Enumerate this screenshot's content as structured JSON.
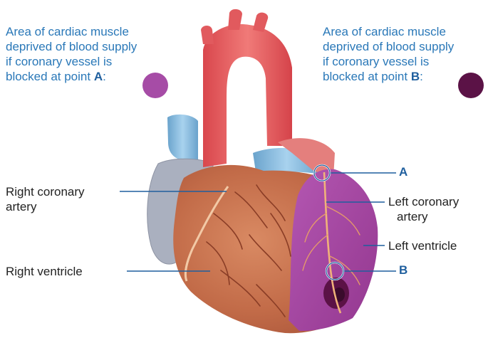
{
  "legend": {
    "a": {
      "lines": [
        "Area of cardiac muscle",
        "deprived of blood supply",
        "if coronary vessel is"
      ],
      "last_prefix": "blocked at point ",
      "point": "A",
      "suffix": ":",
      "color": "#a64ca6"
    },
    "b": {
      "lines": [
        "Area of cardiac muscle",
        "deprived of blood supply",
        "if coronary vessel is"
      ],
      "last_prefix": "blocked at point ",
      "point": "B",
      "suffix": ":",
      "color": "#5b1246"
    }
  },
  "labels": {
    "right_coronary_line1": "Right coronary",
    "right_coronary_line2": "artery",
    "right_ventricle": "Right ventricle",
    "point_a": "A",
    "left_coronary_line1": "Left coronary",
    "left_coronary_line2": "artery",
    "left_ventricle": "Left ventricle",
    "point_b": "B"
  },
  "colors": {
    "leader_line": "#1f5f9e",
    "heart_muscle": "#c9714e",
    "aorta": "#e8565a",
    "vena_cava": "#7fb6dc",
    "infarct_a": "#a64ca6"
  }
}
